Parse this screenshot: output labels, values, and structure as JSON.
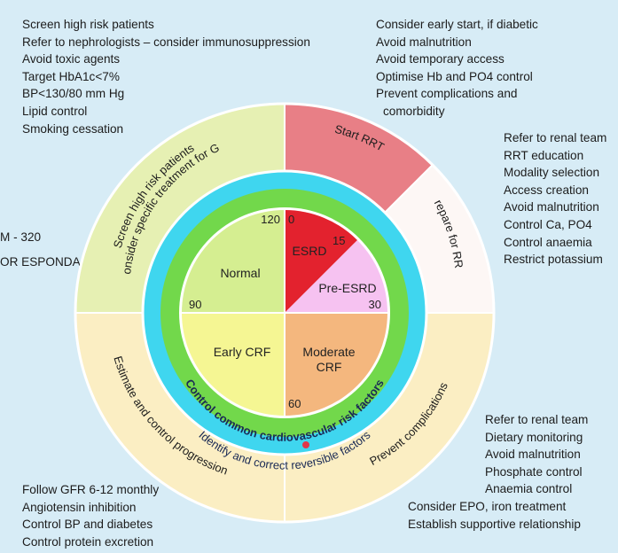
{
  "notes": {
    "top_left": [
      "Screen high risk patients",
      "Refer to nephrologists – consider immunosuppression",
      "Avoid toxic agents",
      "Target HbA1c<7%",
      "BP<130/80 mm Hg",
      "Lipid control",
      "Smoking cessation"
    ],
    "top_right": [
      "Consider early start, if diabetic",
      "Avoid malnutrition",
      "Avoid temporary access",
      "Optimise Hb and PO4 control",
      "Prevent complications and",
      "comorbidity"
    ],
    "right": [
      "Refer to renal team",
      "RRT education",
      "Modality selection",
      "Access creation",
      "Avoid malnutrition",
      "Control Ca, PO4",
      "Control anaemia",
      "Restrict potassium"
    ],
    "bottom_right": [
      "Refer to renal team",
      "Dietary monitoring",
      "Avoid malnutrition",
      "Phosphate control",
      "Anaemia control",
      "Consider EPO, iron treatment",
      "Establish supportive relationship"
    ],
    "bottom_left": [
      "Follow GFR 6-12 monthly",
      "Angiotensin inhibition",
      "Control BP and diabetes",
      "Control protein excretion"
    ]
  },
  "cut_text": [
    "M - 320",
    "OR ESPONDA"
  ],
  "outer_ring": {
    "screen_line1": "Screen high risk patients",
    "screen_line2": "Consider specific treatment for GN",
    "start_rrt": "Start RRT",
    "prepare_rrt": "Prepare for RRT",
    "estimate": "Estimate and control progression",
    "prevent": "Prevent complications"
  },
  "cyan_ring_label": "Identify and correct reversible factors",
  "green_ring_label": "Control common cardiovascular risk factors",
  "quadrants": {
    "normal": "Normal",
    "esrd": "ESRD",
    "pre_esrd": "Pre-ESRD",
    "early_crf": "Early CRF",
    "moderate_crf_line1": "Moderate",
    "moderate_crf_line2": "CRF"
  },
  "gfr_ticks": {
    "t120": "120",
    "t0": "0",
    "t15": "15",
    "t90": "90",
    "t30": "30",
    "t60": "60"
  },
  "colors": {
    "background": "#d7ecf6",
    "outer_ring_tl": "#e6f0b3",
    "outer_ring_bottom": "#fbeec3",
    "start_rrt": "#e87f86",
    "prepare_rrt": "#fdf7f5",
    "cyan_ring": "#3fd6ef",
    "green_ring": "#72d84b",
    "normal": "#d5ee91",
    "esrd": "#e3222e",
    "pre_esrd": "#f6c2f1",
    "early_crf": "#f5f693",
    "moderate_crf": "#f4b77e"
  }
}
